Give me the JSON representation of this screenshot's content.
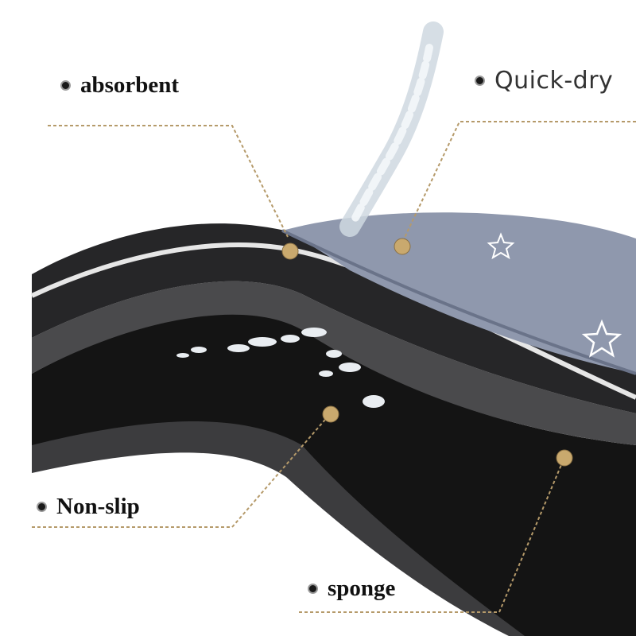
{
  "labels": {
    "absorbent": "absorbent",
    "quick_dry": "Quick-dry",
    "non_slip": "Non-slip",
    "sponge": "sponge"
  },
  "colors": {
    "background": "#ffffff",
    "leader_line": "#b59a6a",
    "marker_dot": "#c9a96e",
    "top_layer": "#8f98ad",
    "dark_layer": "#2a2a2c",
    "sponge_layer": "#151515",
    "bottom_layer": "#4a4a4c"
  },
  "icons": [
    "star-icon",
    "bullet-dot-icon"
  ]
}
